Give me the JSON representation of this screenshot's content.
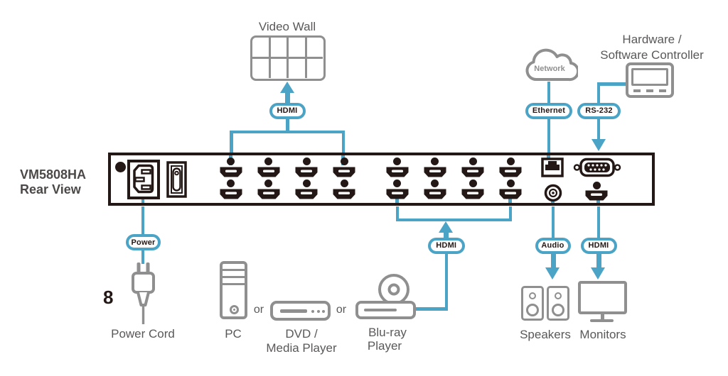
{
  "colors": {
    "blue": "#4BA3C6",
    "dark": "#231815",
    "icon_gray": "#8F8F8F",
    "text_gray": "#5A5858",
    "title_gray": "#4C4948"
  },
  "title": {
    "model": "VM5808HA",
    "view": "Rear View"
  },
  "video_wall": {
    "label": "Video Wall"
  },
  "controller": {
    "label_line1": "Hardware /",
    "label_line2": "Software Controller"
  },
  "network": {
    "label": "Network"
  },
  "pills": {
    "video_wall": "HDMI",
    "ethernet": "Ethernet",
    "rs232": "RS-232",
    "power": "Power",
    "sources": "HDMI",
    "audio": "Audio",
    "monitors": "HDMI"
  },
  "power": {
    "callout": "8",
    "label": "Power Cord"
  },
  "sources": {
    "pc": "PC",
    "or1": "or",
    "dvd_line1": "DVD /",
    "dvd_line2": "Media Player",
    "or2": "or",
    "bluray_line1": "Blu-ray",
    "bluray_line2": "Player"
  },
  "outputs": {
    "speakers": "Speakers",
    "monitors": "Monitors"
  },
  "device_ports": {
    "output_hdmi_columns": 4,
    "input_hdmi_columns": 4,
    "rows_per_column": 2
  }
}
